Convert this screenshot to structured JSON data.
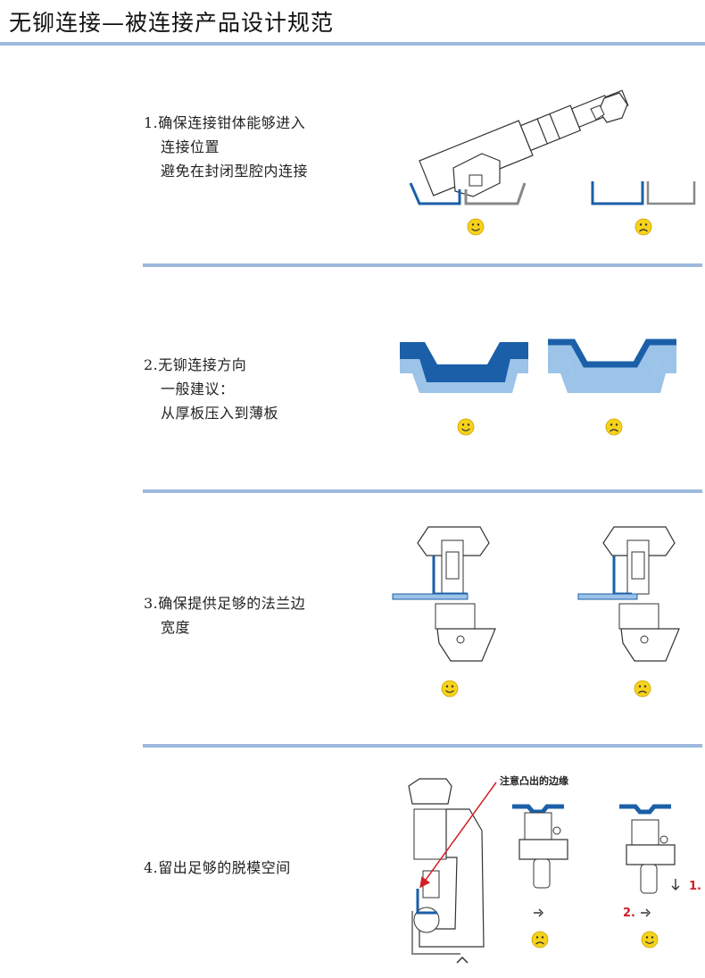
{
  "document": {
    "title": "无铆连接—被连接产品设计规范"
  },
  "sections": [
    {
      "number": "1.",
      "lines": [
        "确保连接钳体能够进入",
        "连接位置",
        "避免在封闭型腔内连接"
      ],
      "good_face": "smiley-icon",
      "bad_face": "frown-icon"
    },
    {
      "number": "2.",
      "lines": [
        "无铆连接方向",
        "一般建议：",
        "从厚板压入到薄板"
      ],
      "good_face": "smiley-icon",
      "bad_face": "frown-icon"
    },
    {
      "number": "3.",
      "lines": [
        "确保提供足够的法兰边",
        "宽度"
      ],
      "good_face": "smiley-icon",
      "bad_face": "frown-icon"
    },
    {
      "number": "4.",
      "lines": [
        "留出足够的脱模空间"
      ],
      "good_face": "smiley-icon",
      "bad_face": "frown-icon",
      "callout": "注意凸出的边缘",
      "steps": [
        "1.",
        "2."
      ]
    }
  ],
  "colors": {
    "accent_rule": "#9db9dc",
    "dark_blue": "#1b5fa8",
    "light_blue": "#9cc3e8",
    "face_yellow": "#f6d21b",
    "arrow_red": "#d21f26"
  }
}
